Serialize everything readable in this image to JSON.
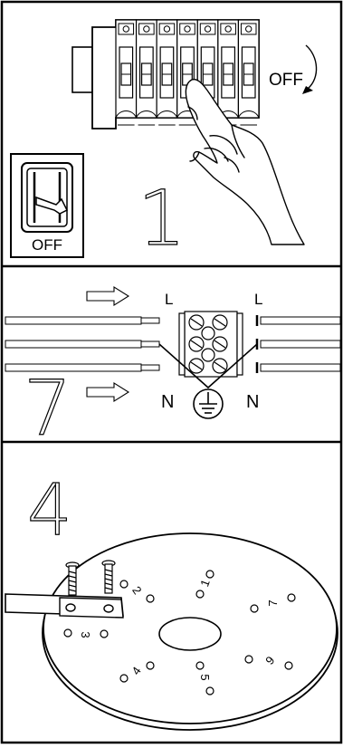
{
  "panels": {
    "panel1": {
      "step_number": "1",
      "off_right_label": "OFF",
      "off_box_label": "OFF",
      "breaker_count": 7
    },
    "panel2": {
      "step_number": "7",
      "marks": {
        "left_l": "L",
        "right_l": "L",
        "left_n": "N",
        "right_n": "N"
      }
    },
    "panel3": {
      "step_number": "4",
      "hole_labels": [
        "1",
        "2",
        "3",
        "4",
        "5",
        "6",
        "7"
      ]
    }
  }
}
